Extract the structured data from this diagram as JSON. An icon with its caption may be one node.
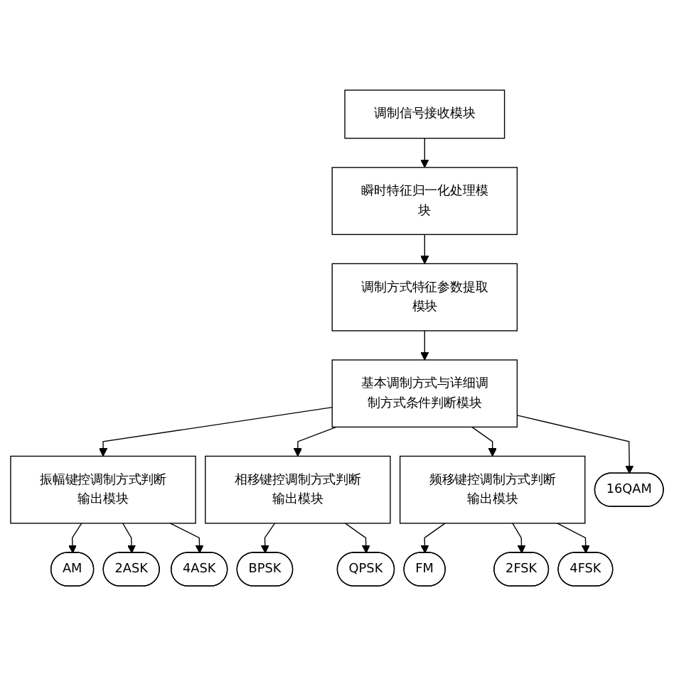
{
  "diagram": {
    "nodes": [
      {
        "text": [
          "调制信号接收模块"
        ]
      },
      {
        "text": [
          "瞬时特征归一化处理模块"
        ]
      },
      {
        "text": [
          "调制方式特征参数提取模块"
        ]
      },
      {
        "text": [
          "基本调制方式与详细调制方式条件判断模块"
        ]
      },
      {
        "text": [
          "振幅键控调制方式判断输出模块"
        ]
      },
      {
        "text": [
          "相移键控调制方式判断输出模块"
        ]
      },
      {
        "text": [
          "频移键控调制方式判断输出模块"
        ]
      },
      {
        "text": [
          "AM"
        ]
      },
      {
        "text": [
          "2ASK"
        ]
      },
      {
        "text": [
          "4ASK"
        ]
      },
      {
        "text": [
          "BPSK"
        ]
      },
      {
        "text": [
          "QPSK"
        ]
      },
      {
        "text": [
          "FM"
        ]
      },
      {
        "text": [
          "2FSK"
        ]
      },
      {
        "text": [
          "4FSK"
        ]
      },
      {
        "text": [
          "16QAM"
        ]
      }
    ],
    "edges": [
      {
        "from": 0,
        "to": 1,
        "arrow": "to"
      },
      {
        "from": 1,
        "to": 2,
        "arrow": "to"
      },
      {
        "from": 2,
        "to": 3,
        "arrow": "to"
      },
      {
        "from": 3,
        "to": 4,
        "arrow": "to"
      },
      {
        "from": 3,
        "to": 5,
        "arrow": "to"
      },
      {
        "from": 3,
        "to": 6,
        "arrow": "to"
      },
      {
        "from": 3,
        "to": 15,
        "arrow": "to"
      },
      {
        "from": 4,
        "to": 7,
        "arrow": "to"
      },
      {
        "from": 4,
        "to": 8,
        "arrow": "to"
      },
      {
        "from": 4,
        "to": 9,
        "arrow": "to"
      },
      {
        "from": 5,
        "to": 10,
        "arrow": "to"
      },
      {
        "from": 5,
        "to": 11,
        "arrow": "to"
      },
      {
        "from": 6,
        "to": 12,
        "arrow": "to"
      },
      {
        "from": 6,
        "to": 13,
        "arrow": "to"
      },
      {
        "from": 6,
        "to": 14,
        "arrow": "to"
      }
    ]
  }
}
